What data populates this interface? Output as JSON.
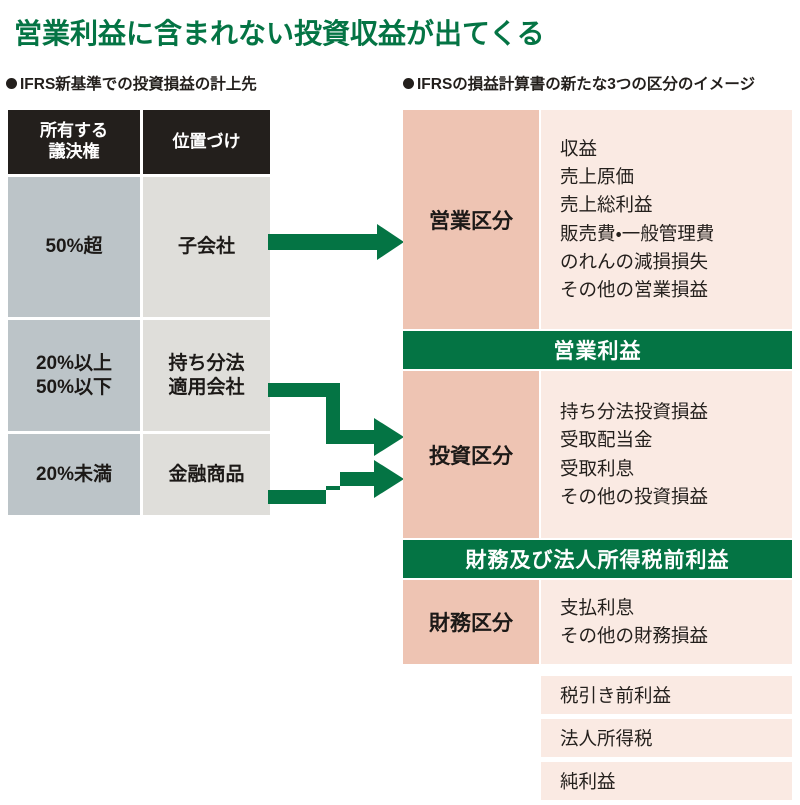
{
  "title": "営業利益に含まれない投資収益が出てくる",
  "captions": {
    "left": "IFRS新基準での投資損益の計上先",
    "right": "IFRSの損益計算書の新たな3つの区分のイメージ"
  },
  "left_table": {
    "headers": [
      "所有する\n議決権",
      "位置づけ"
    ],
    "header_line1": "所有する",
    "header_line2": "議決権",
    "header_col2": "位置づけ",
    "rows": [
      {
        "voting_line1": "50%超",
        "voting_line2": "",
        "position_line1": "子会社",
        "position_line2": ""
      },
      {
        "voting_line1": "20%以上",
        "voting_line2": "50%以下",
        "position_line1": "持ち分法",
        "position_line2": "適用会社"
      },
      {
        "voting_line1": "20%未満",
        "voting_line2": "",
        "position_line1": "金融商品",
        "position_line2": ""
      }
    ]
  },
  "right_panel": {
    "operating": {
      "label": "営業区分",
      "items": [
        "収益",
        "売上原価",
        "売上総利益",
        "販売費・一般管理費",
        "のれんの減損損失",
        "その他の営業損益"
      ]
    },
    "operating_profit_bar": "営業利益",
    "investment": {
      "label": "投資区分",
      "items": [
        "持ち分法投資損益",
        "受取配当金",
        "受取利息",
        "その他の投資損益"
      ]
    },
    "pretax_bar": "財務及び法人所得税前利益",
    "financing": {
      "label": "財務区分",
      "items": [
        "支払利息",
        "その他の財務損益"
      ]
    },
    "summary_rows": [
      "税引き前利益",
      "法人所得税",
      "純利益"
    ]
  },
  "arrows": [
    {
      "name": "arrow-subsidiary-to-operating",
      "from": "子会社",
      "to": "営業区分"
    },
    {
      "name": "arrow-equity-method-to-investment",
      "from": "持ち分法適用会社",
      "to": "投資区分"
    },
    {
      "name": "arrow-financial-instrument-to-investment",
      "from": "金融商品",
      "to": "投資区分"
    }
  ],
  "colors": {
    "green": "#047444",
    "dark": "#231f1c",
    "table_col1": "#bcc4c8",
    "table_col2": "#dfdeda",
    "pink_label": "#eec4b3",
    "pink_items": "#faeae3"
  }
}
